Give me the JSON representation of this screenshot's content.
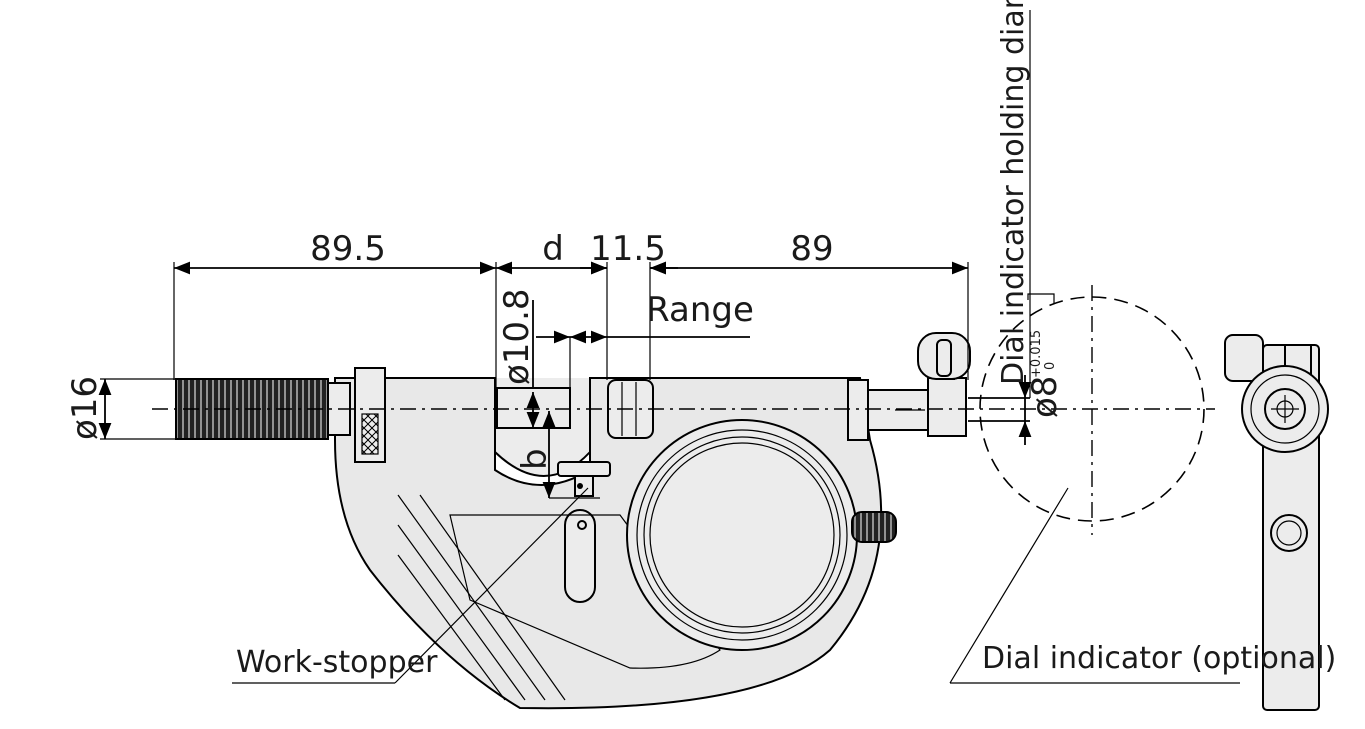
{
  "dimensions": {
    "left_length": "89.5",
    "gap": "d",
    "stroke": "11.5",
    "right_length": "89",
    "spindle_diameter": "ø10.8",
    "thimble_diameter": "ø16",
    "height_b": "b",
    "range": "Range",
    "holding_diameter": "ø8",
    "holding_tolerance_upper": "+0.015",
    "holding_tolerance_lower": "0"
  },
  "callouts": {
    "holding_diameter_label": "Dial indicator holding diameter",
    "work_stopper": "Work-stopper",
    "dial_indicator": "Dial indicator (optional)"
  }
}
